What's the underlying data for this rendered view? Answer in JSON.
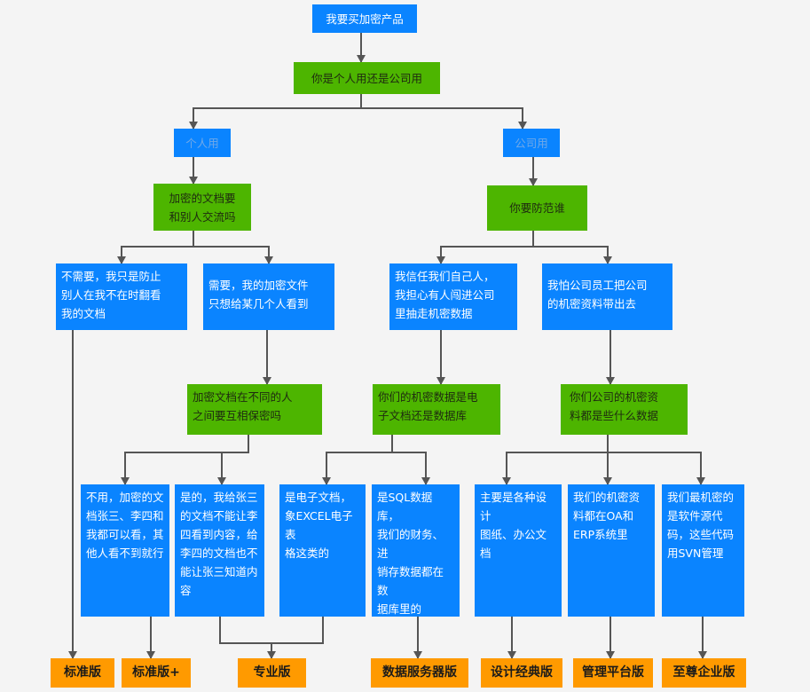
{
  "nodes": {
    "root": "我要买加密产品",
    "q1": "你是个人用还是公司用",
    "personal": "个人用",
    "company": "公司用",
    "q_share": "加密的文档要\n和别人交流吗",
    "q_guard": "你要防范谁",
    "no_share": "不需要，我只是防止\n别人在我不在时翻看\n我的文档",
    "yes_share": "需要，我的加密文件\n只想给某几个人看到",
    "insider_ok": "我信任我们自己人，\n我担心有人闯进公司\n里抽走机密数据",
    "fear_staff": "我怕公司员工把公司\n的机密资料带出去",
    "q_mutual": "加密文档在不同的人\n之间要互相保密吗",
    "q_doc_db": "你们的机密数据是电\n子文档还是数据库",
    "q_data_kind": "你们公司的机密资\n料都是些什么数据",
    "mutual_no": "不用，加密的文\n档张三、李四和\n我都可以看，其\n他人看不到就行",
    "mutual_yes": "是的，我给张三\n的文档不能让李\n四看到内容，给\n李四的文档也不\n能让张三知道内\n容",
    "elec_doc": "是电子文档，\n象EXCEL电子表\n格这类的",
    "sql_db": "是SQL数据库，\n我们的财务、进\n销存数据都在数\n据库里的",
    "design": "主要是各种设计\n图纸、办公文档",
    "oa_erp": "我们的机密资\n料都在OA和\nERP系统里",
    "source": "我们最机密的\n是软件源代\n码，这些代码\n用SVN管理"
  },
  "products": {
    "standard": "标准版",
    "standard_plus": "标准版+",
    "pro": "专业版",
    "db_server": "数据服务器版",
    "design_classic": "设计经典版",
    "mgmt_platform": "管理平台版",
    "enterprise": "至尊企业版"
  },
  "colors": {
    "question_node": "#4db500",
    "answer_node": "#0a84ff",
    "product_node": "#ff9a00",
    "connector": "#555555",
    "background": "#f4f4f4"
  }
}
